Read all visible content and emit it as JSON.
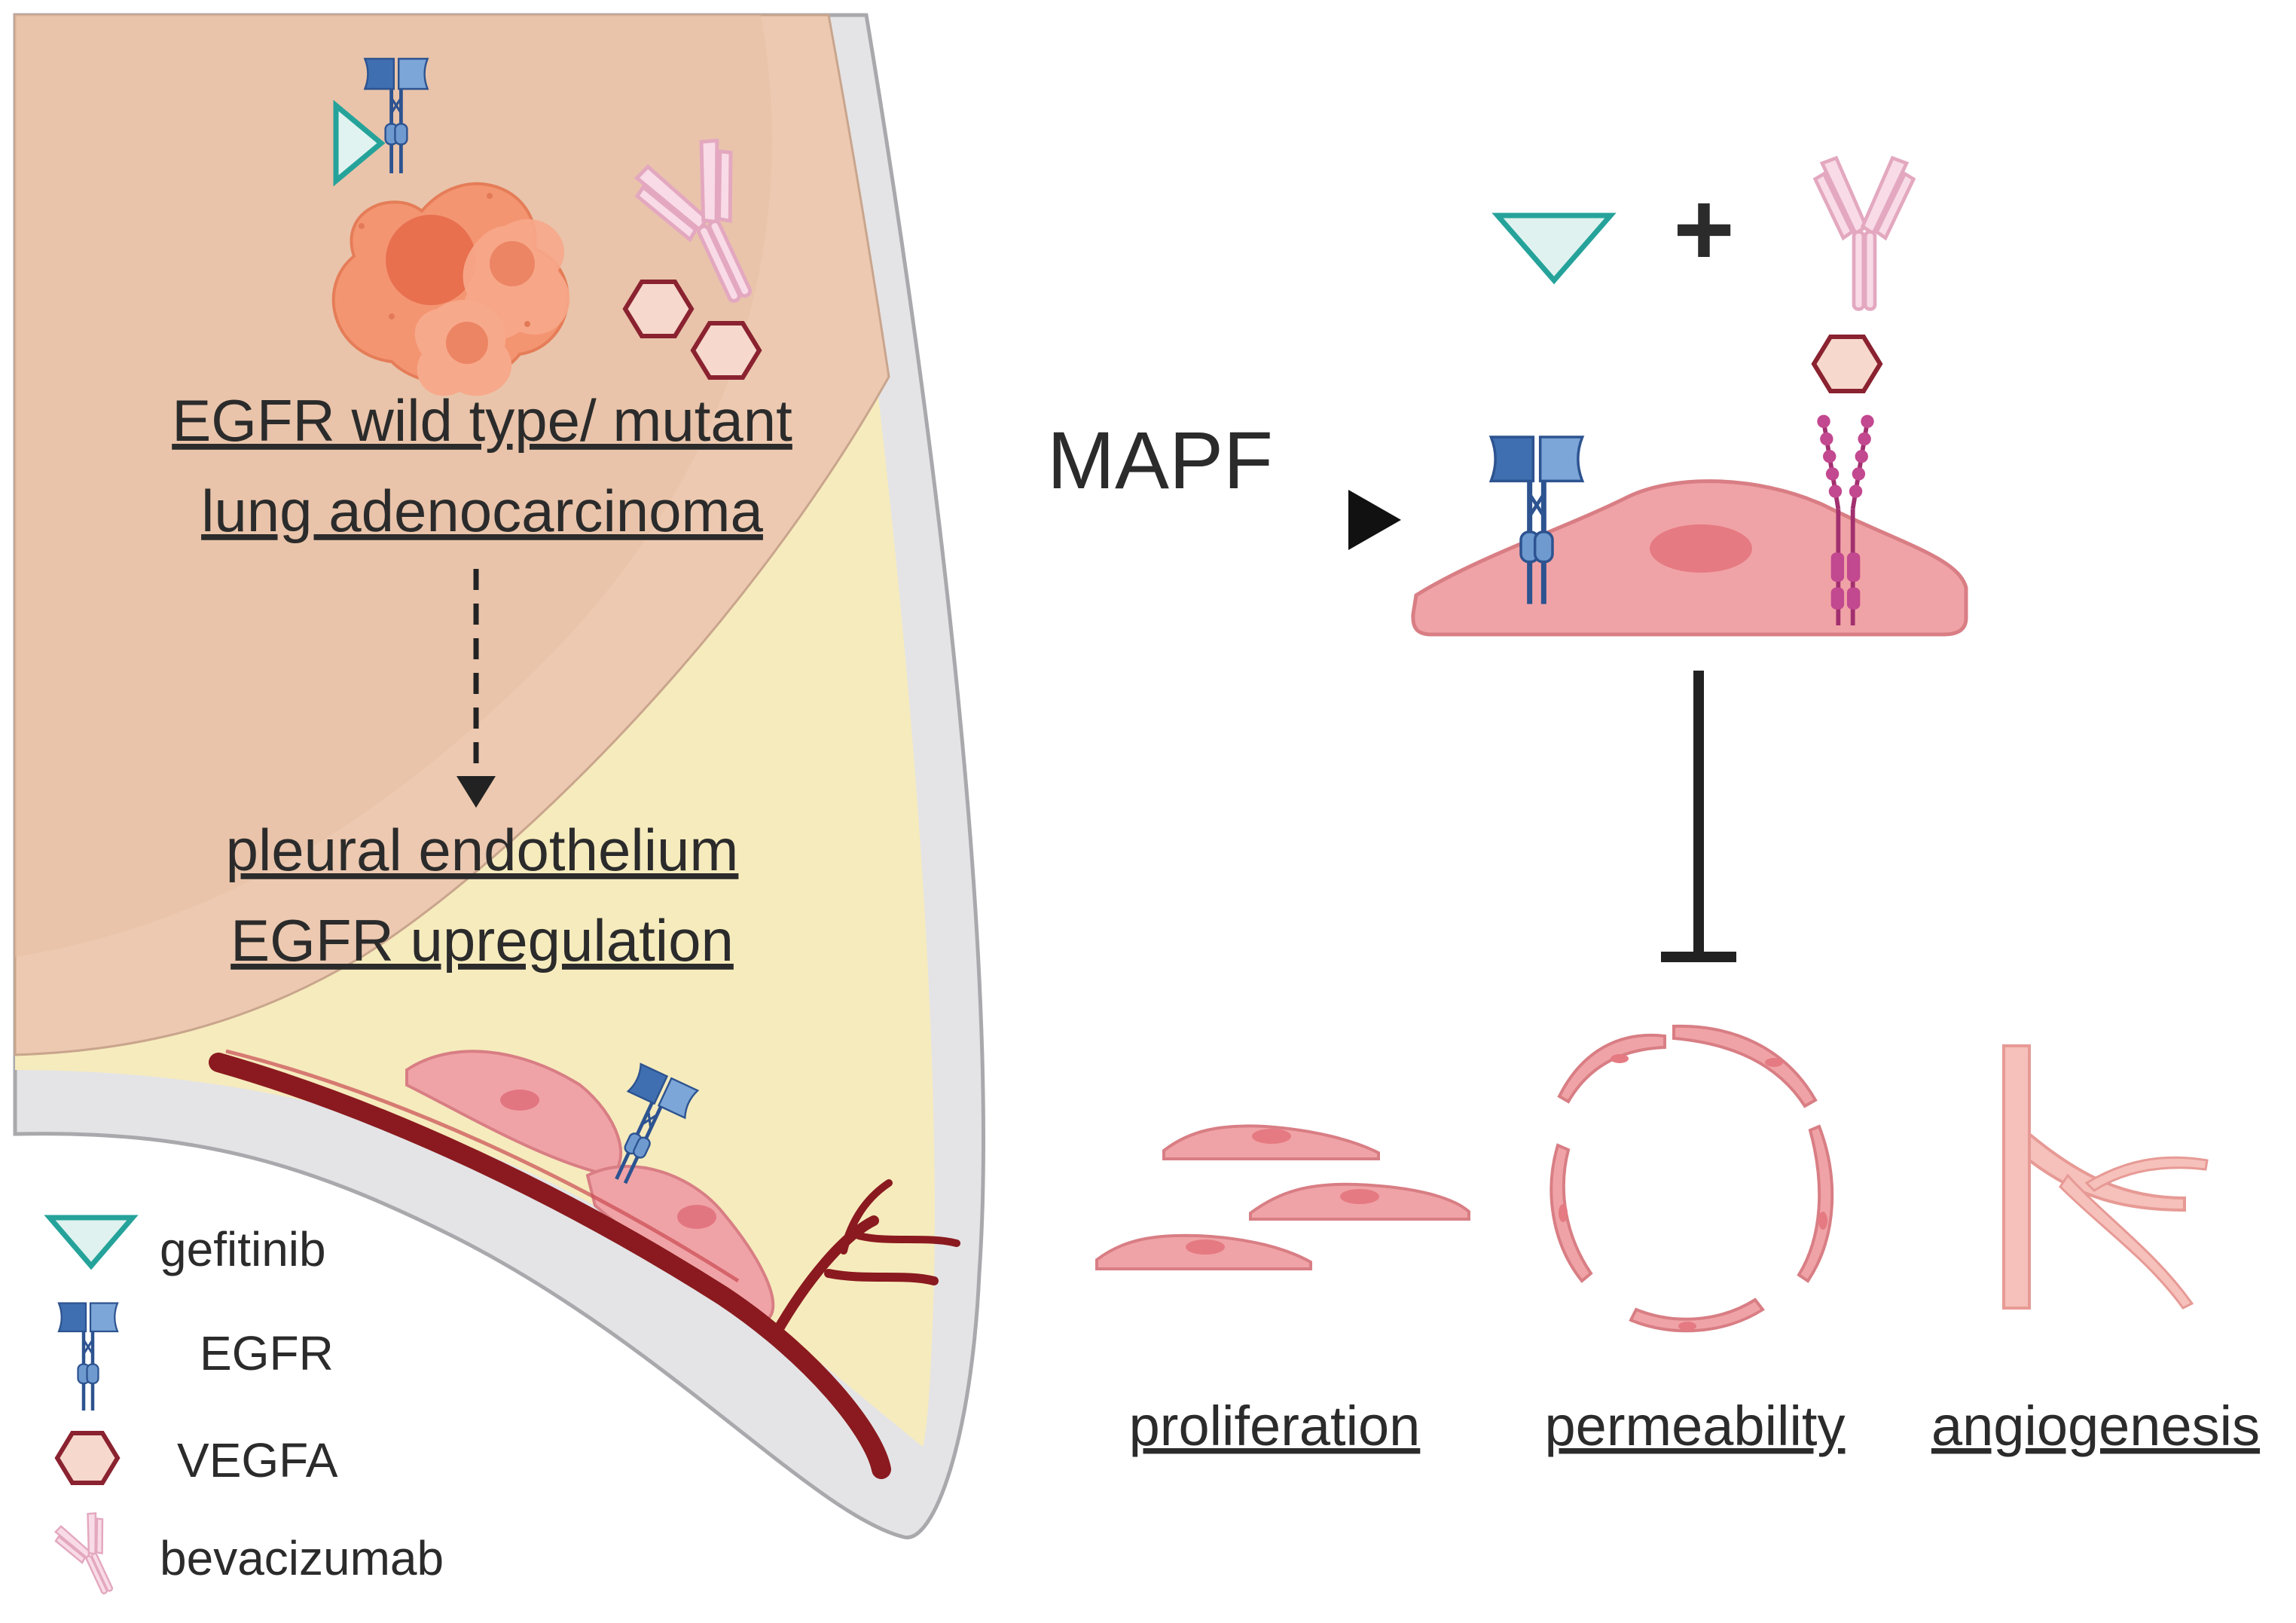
{
  "labels": {
    "tumor_line1": "EGFR wild type/ mutant",
    "tumor_line2": "lung  adenocarcinoma",
    "endo_line1": "pleural endothelium",
    "endo_line2": "EGFR upregulation",
    "arrow": "MAPF",
    "plus": "+"
  },
  "legend": [
    {
      "icon": "gefitinib-triangle-icon",
      "label": "gefitinib"
    },
    {
      "icon": "egfr-receptor-icon",
      "label": "EGFR"
    },
    {
      "icon": "vegfa-hexagon-icon",
      "label": "VEGFA"
    },
    {
      "icon": "bevacizumab-antibody-icon",
      "label": "bevacizumab"
    }
  ],
  "outcomes": [
    "proliferation",
    "permeability",
    "angiogenesis"
  ],
  "colors": {
    "lung": "#ecc9b0",
    "pleural_fluid": "#f6ebbd",
    "pleura": "#e4e4e6",
    "vessel": "#8a1a1f",
    "cell": "#f0a3a6",
    "tumor": "#f49572",
    "egfr": "#4b7fbf",
    "gefitinib": "#25a39a",
    "vegfa": "#8a2230",
    "bevacizumab": "#f4c8d8",
    "vegfr": "#c2488f"
  }
}
